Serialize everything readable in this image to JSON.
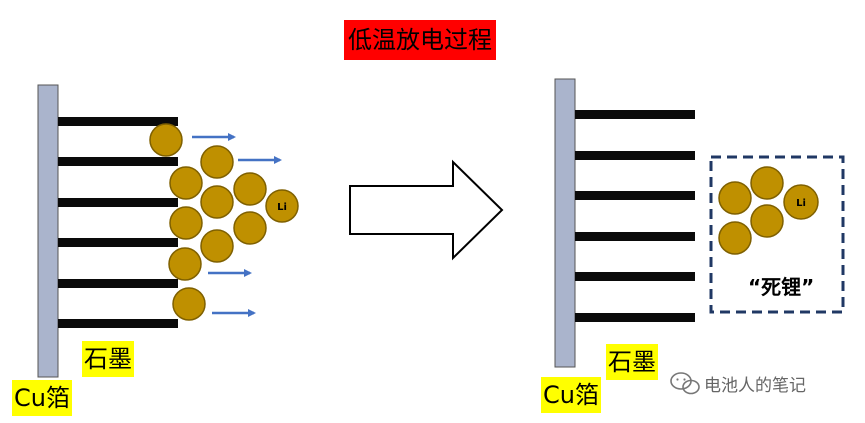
{
  "title": "低温放电过程",
  "left_panel": {
    "current_collector_label": "Cu箔",
    "anode_label": "石墨",
    "li_label": "Li"
  },
  "right_panel": {
    "current_collector_label": "Cu箔",
    "anode_label": "石墨",
    "li_label": "Li",
    "dead_li_label": "“死锂”"
  },
  "watermark": {
    "text": "电池人的笔记",
    "icon": "wechat-icon"
  },
  "colors": {
    "title_bg": "#ff0000",
    "label_bg": "#ffff00",
    "foil": "#aab4cc",
    "graphite": "#0a0a0a",
    "lithium": "#bf9000",
    "arrow": "#4472c4",
    "dashed_box": "#203864"
  }
}
